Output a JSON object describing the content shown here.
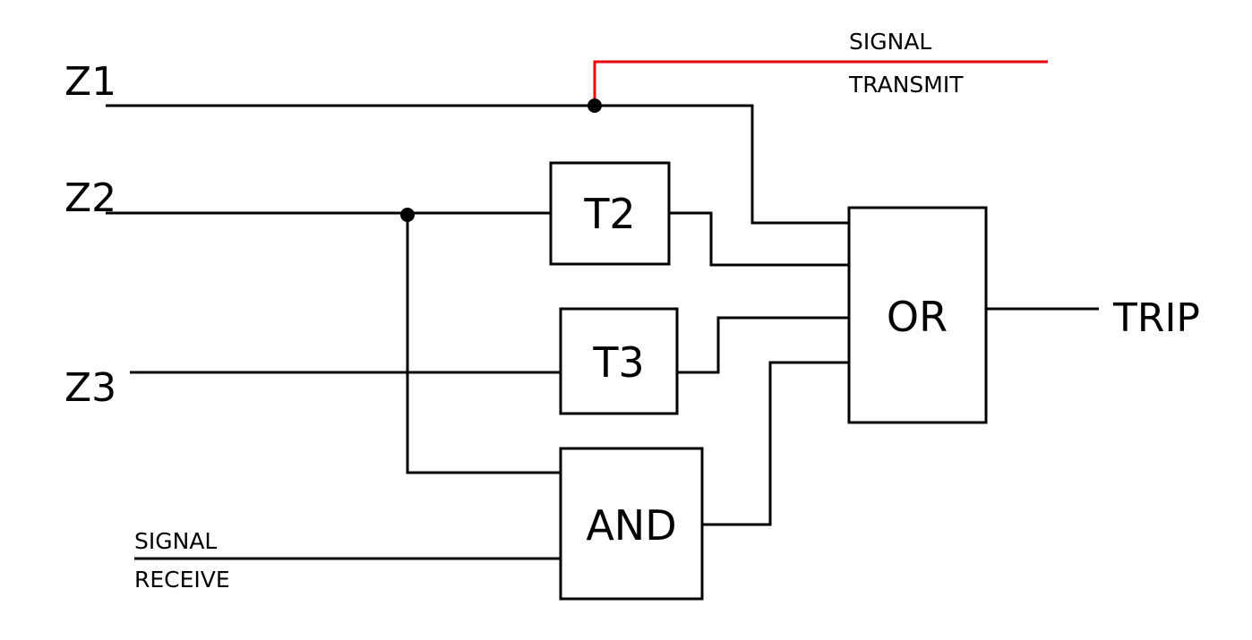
{
  "inputs": {
    "z1": "Z1",
    "z2": "Z2",
    "z3": "Z3",
    "signal_receive_line1": "SIGNAL",
    "signal_receive_line2": "RECEIVE"
  },
  "outputs": {
    "signal_transmit_line1": "SIGNAL",
    "signal_transmit_line2": "TRANSMIT",
    "trip": "TRIP"
  },
  "blocks": {
    "t2": "T2",
    "t3": "T3",
    "and_gate": "AND",
    "or_gate": "OR"
  },
  "colors": {
    "wire": "#000000",
    "signal_transmit_wire": "#e8000f"
  }
}
